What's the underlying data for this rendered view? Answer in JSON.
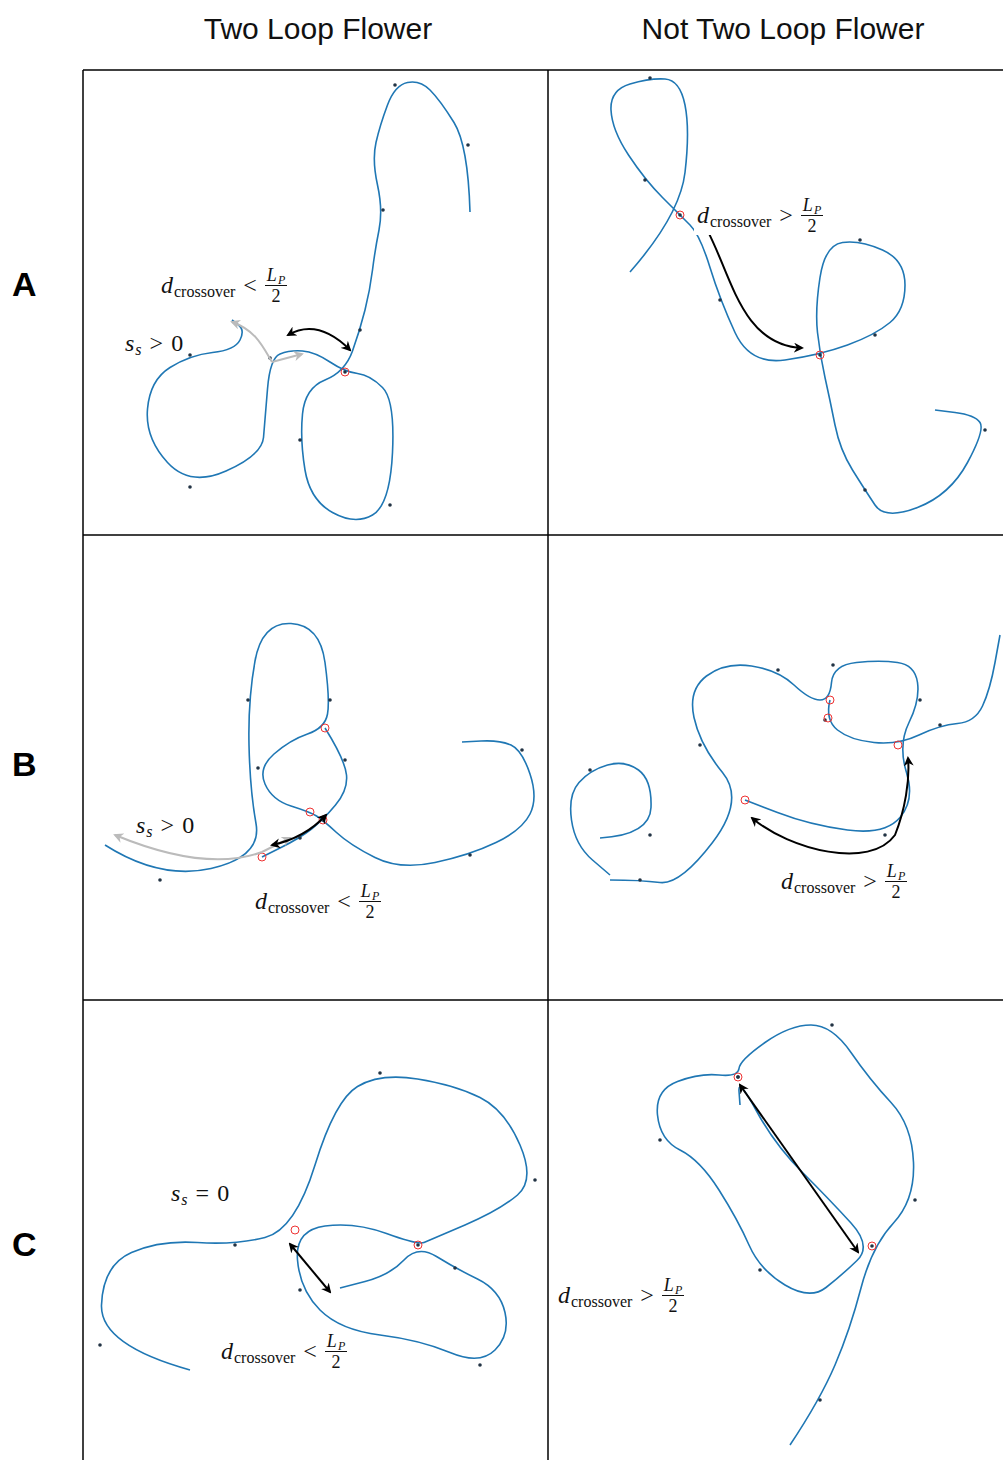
{
  "diagram": {
    "labels": [
      "Two Loop Flower",
      "Not Two Loop Flower",
      "A",
      "B",
      "C",
      "d",
      "crossover",
      "<",
      "L",
      "P",
      "2",
      "s",
      "s",
      ">",
      "0",
      "d",
      "crossover",
      ">",
      "L",
      "P",
      "2",
      "s",
      "s",
      ">",
      "0",
      "d",
      "crossover",
      "<",
      "L",
      "P",
      "2",
      "d",
      "crossover",
      ">",
      "L",
      "P",
      "2",
      "s",
      "s",
      "=",
      "0",
      "d",
      "crossover",
      "<",
      "L",
      "P",
      "2",
      "d",
      "crossover",
      ">",
      "L",
      "P",
      "2"
    ]
  }
}
